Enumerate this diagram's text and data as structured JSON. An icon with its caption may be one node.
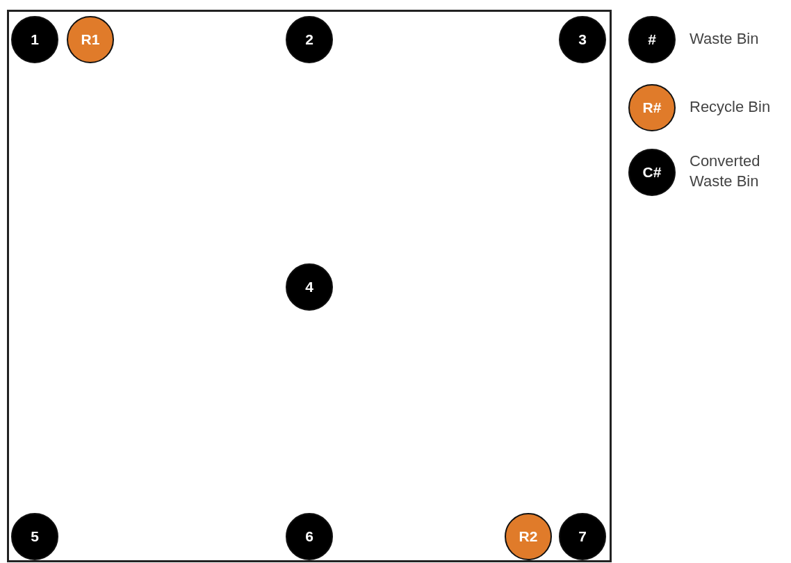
{
  "diagram": {
    "nodes": [
      {
        "text": [],
        "shape": "box"
      },
      {
        "text": [
          "1"
        ],
        "in": 0
      },
      {
        "text": [
          "R1"
        ],
        "in": 0
      },
      {
        "text": [
          "2"
        ],
        "in": 0
      },
      {
        "text": [
          "3"
        ],
        "in": 0
      },
      {
        "text": [
          "4"
        ],
        "in": 0
      },
      {
        "text": [
          "5"
        ],
        "in": 0
      },
      {
        "text": [
          "6"
        ],
        "in": 0
      },
      {
        "text": [
          "R2"
        ],
        "in": 0
      },
      {
        "text": [
          "7"
        ],
        "in": 0
      }
    ],
    "edges": [],
    "labels": [
      "#",
      "R#",
      "C#"
    ],
    "legend": [
      {
        "text": "Waste Bin",
        "color": "#000000"
      },
      {
        "text": "Recycle Bin",
        "color": "#e07b2a"
      },
      {
        "text": "Converted Waste Bin",
        "color": "#000000"
      }
    ]
  }
}
